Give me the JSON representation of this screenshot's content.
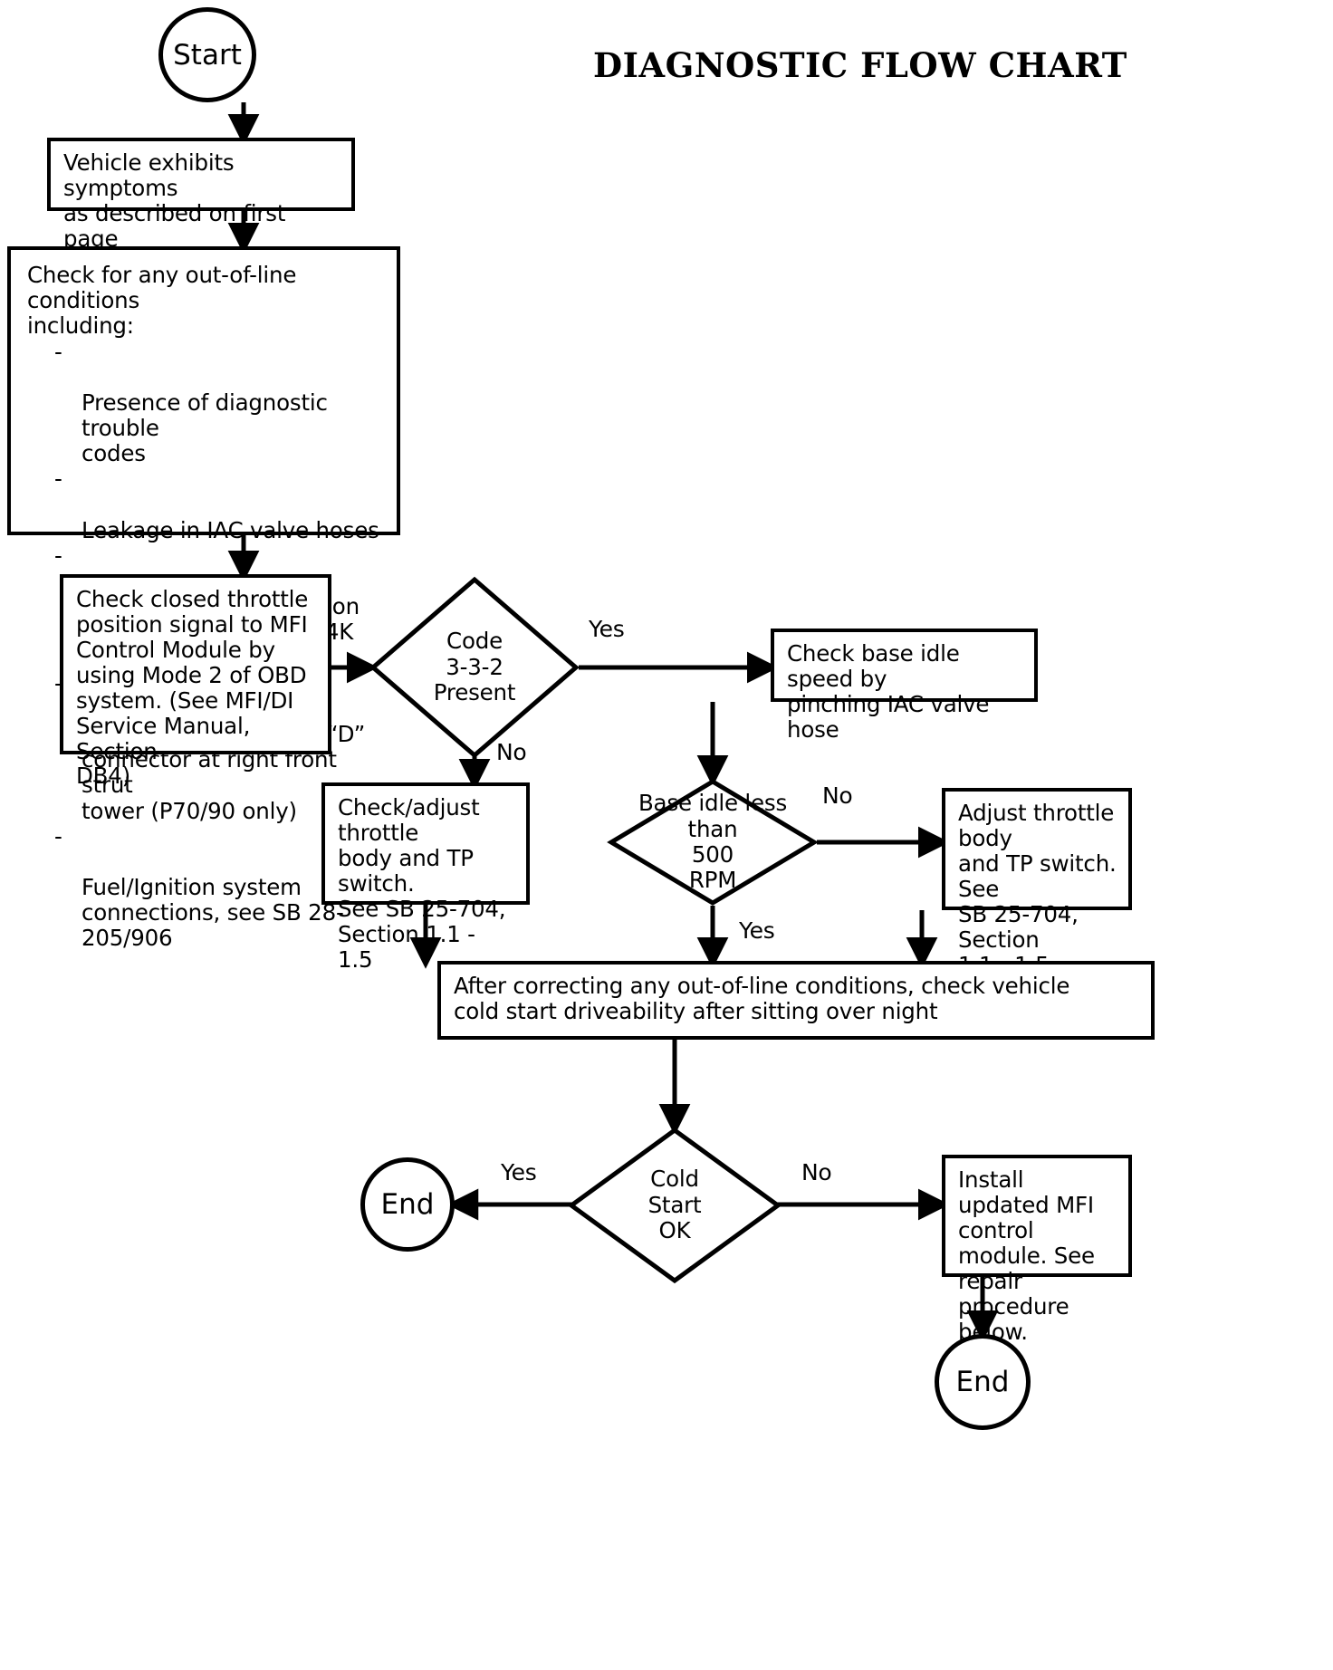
{
  "title": "DIAGNOSTIC FLOW CHART",
  "nodes": {
    "start": {
      "label": "Start"
    },
    "symptoms": {
      "text": "Vehicle exhibits symptoms\nas described on first page"
    },
    "checklist": {
      "lead": "Check for any out-of-line conditions\nincluding:",
      "bullet_marker": "-",
      "items": [
        "Presence of diagnostic trouble\ncodes",
        "Leakage in IAC valve hoses",
        "Spark plug wire condition\nmaximum resistance: 4K Ohm",
        "Proper connections at “D”\nconnector at right front strut\ntower (P70/90 only)",
        "Fuel/Ignition system\nconnections, see SB 28-205/906"
      ]
    },
    "check_throttle_signal": {
      "text": "Check closed throttle\nposition signal to MFI\nControl Module by\nusing Mode 2 of OBD\nsystem.  (See MFI/DI\nService Manual, Section\nDB4)"
    },
    "code_332": {
      "text": "Code\n3-3-2\nPresent"
    },
    "check_base_idle": {
      "text": "Check base idle speed by\npinching IAC valve hose"
    },
    "check_adjust_throttle": {
      "text": "Check/adjust throttle\nbody and TP switch.\nSee SB 25-704,\nSection 1.1 - 1.5"
    },
    "base_idle_less": {
      "text": "Base idle less\nthan\n500\nRPM"
    },
    "adjust_throttle": {
      "text": "Adjust throttle body\nand TP switch.  See\nSB 25-704, Section\n1.1 - 1.5"
    },
    "after_correcting": {
      "text": "After correcting any out-of-line conditions, check vehicle\ncold start driveability after sitting over night"
    },
    "cold_start_ok": {
      "text": "Cold\nStart\nOK"
    },
    "end_left": {
      "label": "End"
    },
    "install_module": {
      "text": "Install updated MFI\ncontrol module.  See\nrepair procedure\nbelow."
    },
    "end_bottom": {
      "label": "End"
    }
  },
  "edge_labels": {
    "code_yes": "Yes",
    "code_no": "No",
    "base_idle_no": "No",
    "base_idle_yes": "Yes",
    "cold_start_yes": "Yes",
    "cold_start_no": "No"
  },
  "colors": {
    "ink": "#000000",
    "paper": "#ffffff"
  }
}
